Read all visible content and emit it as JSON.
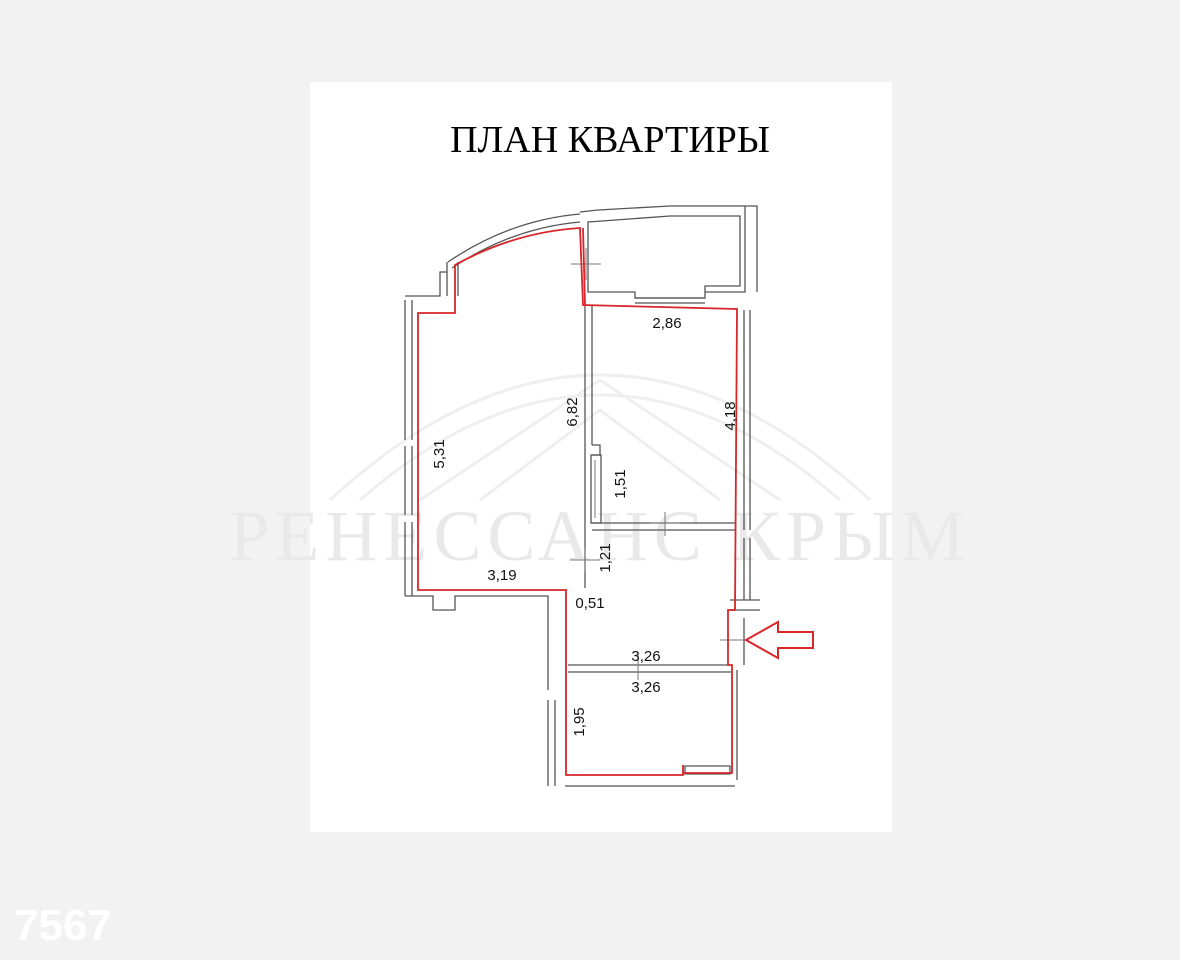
{
  "title": "ПЛАН КВАРТИРЫ",
  "watermark": "РЕНЕССАНС КРЫМ",
  "corner_mark": "7567",
  "dimensions": {
    "kitchen_width": "2,86",
    "kitchen_length": "4,18",
    "living_length": "5,31",
    "living_width": "3,19",
    "partition_length": "6,82",
    "closet_length": "1,51",
    "hall_length": "1,21",
    "niche_width": "0,51",
    "hall_width": "3,26",
    "bath_width": "3,26",
    "bath_length": "1,95"
  },
  "colors": {
    "outline": "#d8262a",
    "walls": "#555555",
    "paper": "#ffffff",
    "background": "#f2f2f2"
  }
}
